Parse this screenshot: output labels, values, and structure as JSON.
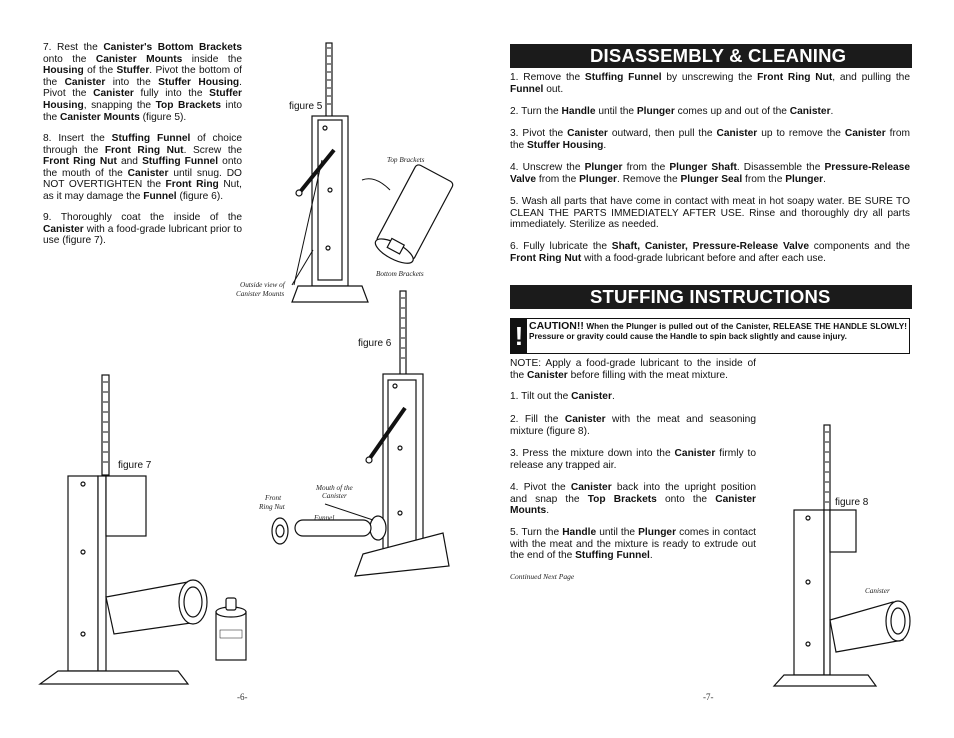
{
  "left": {
    "step7": [
      "7.  Rest the ",
      "Canister's Bottom Brackets",
      " onto the ",
      "Canister Mounts",
      " inside the ",
      "Housing",
      " of the ",
      "Stuffer",
      ".  Pivot the bottom of the ",
      "Canister",
      " into the ",
      "Stuffer Housing",
      ".  Pivot the ",
      "Canister",
      " fully into the ",
      "Stuffer Housing",
      ", snapping the ",
      "Top Brackets",
      " into the ",
      "Canister Mounts",
      " (figure 5)."
    ],
    "step8": [
      "8.  Insert the ",
      "Stuffing Funnel",
      " of choice through the ",
      "Front Ring Nut",
      ".  Screw the ",
      "Front Ring Nut",
      " and ",
      "Stuffing Funnel",
      " onto the mouth of the ",
      "Canister",
      " until snug.  DO NOT OVERTIGHTEN the ",
      "Front Ring",
      " Nut, as it may damage the ",
      "Funnel",
      " (figure 6)."
    ],
    "step9": [
      "9.  Thoroughly coat the inside of the ",
      "Canister",
      " with a food-grade lubricant prior to use (figure 7)."
    ],
    "fig5_label": "figure 5",
    "fig6_label": "figure 6",
    "fig7_label": "figure 7",
    "top_brackets": "Top Brackets",
    "bottom_brackets": "Bottom Brackets",
    "outside_view": "Outside view of",
    "canister_mounts": "Canister Mounts",
    "mouth_of": "Mouth of the",
    "canister": "Canister",
    "front": "Front",
    "ring_nut": "Ring Nut",
    "funnel": "Funnel",
    "page_number": "-6-"
  },
  "right": {
    "disassembly_title": "DISASSEMBLY & CLEANING",
    "d1": [
      "1.  Remove the ",
      "Stuffing Funnel",
      " by unscrewing the ",
      "Front Ring Nut",
      ", and pulling the ",
      "Funnel",
      " out."
    ],
    "d2": [
      "2.  Turn the ",
      "Handle",
      " until the ",
      "Plunger",
      " comes up and out of the ",
      "Canister",
      "."
    ],
    "d3": [
      "3.  Pivot the ",
      "Canister",
      " outward, then pull the ",
      "Canister",
      " up to remove the ",
      "Canister",
      " from the ",
      "Stuffer Housing",
      "."
    ],
    "d4": [
      "4.  Unscrew the ",
      "Plunger",
      " from the ",
      "Plunger Shaft",
      ".  Disassemble the ",
      "Pressure-Release Valve",
      " from the ",
      "Plunger",
      ".  Remove the ",
      "Plunger Seal",
      " from the ",
      "Plunger",
      "."
    ],
    "d5": [
      "5.  Wash all parts that have come in contact with meat in hot soapy water.  BE SURE TO CLEAN THE PARTS IMMEDIATELY AFTER USE.  Rinse and thoroughly dry all parts immediately.  Sterilize as needed."
    ],
    "d6": [
      "6.  Fully lubricate the ",
      "Shaft, Canister, Pressure-Release Valve",
      " components and the ",
      "Front Ring Nut",
      " with a food-grade lubricant before and after each use."
    ],
    "stuffing_title": "STUFFING INSTRUCTIONS",
    "caution_word": "CAUTION!!",
    "caution_text": "When the Plunger is pulled out of the Canister, RELEASE THE HANDLE SLOWLY!  Pressure or gravity could cause the Handle to spin back slightly and cause injury.",
    "note": [
      "NOTE:  Apply a food-grade lubricant to the inside of the ",
      "Canister",
      " before filling with the meat mixture."
    ],
    "s1": [
      "1.  Tilt out the ",
      "Canister",
      "."
    ],
    "s2": [
      "2.  Fill the ",
      "Canister",
      " with the meat and seasoning mixture (figure 8)."
    ],
    "s3": [
      "3.  Press the mixture down into the ",
      "Canister",
      " firmly to release any trapped air."
    ],
    "s4": [
      "4.  Pivot the ",
      "Canister",
      " back into the upright position and snap the ",
      "Top Brackets",
      " onto the ",
      "Canister Mounts",
      "."
    ],
    "s5": [
      "5.  Turn the ",
      "Handle",
      " until the ",
      "Plunger",
      " comes in contact with the meat and the mixture is ready to extrude out the end of the ",
      "Stuffing Funnel",
      "."
    ],
    "continued": "Continued Next Page",
    "fig8_label": "figure 8",
    "canister_label": "Canister",
    "page_number": "-7-"
  }
}
